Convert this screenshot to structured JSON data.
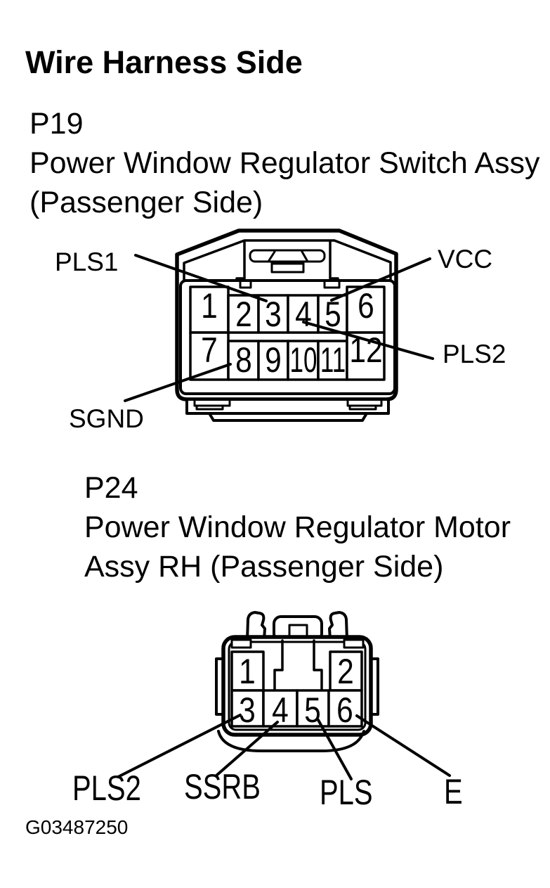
{
  "page": {
    "title": "Wire Harness Side",
    "figure_id": "G03487250",
    "background_color": "#ffffff",
    "line_color": "#000000"
  },
  "connectors": [
    {
      "id": "P19",
      "name_lines": [
        "P19",
        "Power Window Regulator Switch Assy",
        "(Passenger Side)"
      ],
      "pin_count": 12,
      "pins": [
        "1",
        "2",
        "3",
        "4",
        "5",
        "6",
        "7",
        "8",
        "9",
        "10",
        "11",
        "12"
      ],
      "labels": [
        {
          "text": "PLS1",
          "points_to_pin": "3"
        },
        {
          "text": "VCC",
          "points_to_pin": "5"
        },
        {
          "text": "PLS2",
          "points_to_pin": "4"
        },
        {
          "text": "SGND",
          "points_to_pin": "8"
        }
      ]
    },
    {
      "id": "P24",
      "name_lines": [
        "P24",
        "Power Window Regulator Motor",
        "Assy RH (Passenger Side)"
      ],
      "pin_count": 6,
      "pins": [
        "1",
        "2",
        "3",
        "4",
        "5",
        "6"
      ],
      "labels": [
        {
          "text": "PLS2",
          "points_to_pin": "3"
        },
        {
          "text": "SSRB",
          "points_to_pin": "4"
        },
        {
          "text": "PLS",
          "points_to_pin": "5"
        },
        {
          "text": "E",
          "points_to_pin": "6"
        }
      ]
    }
  ]
}
